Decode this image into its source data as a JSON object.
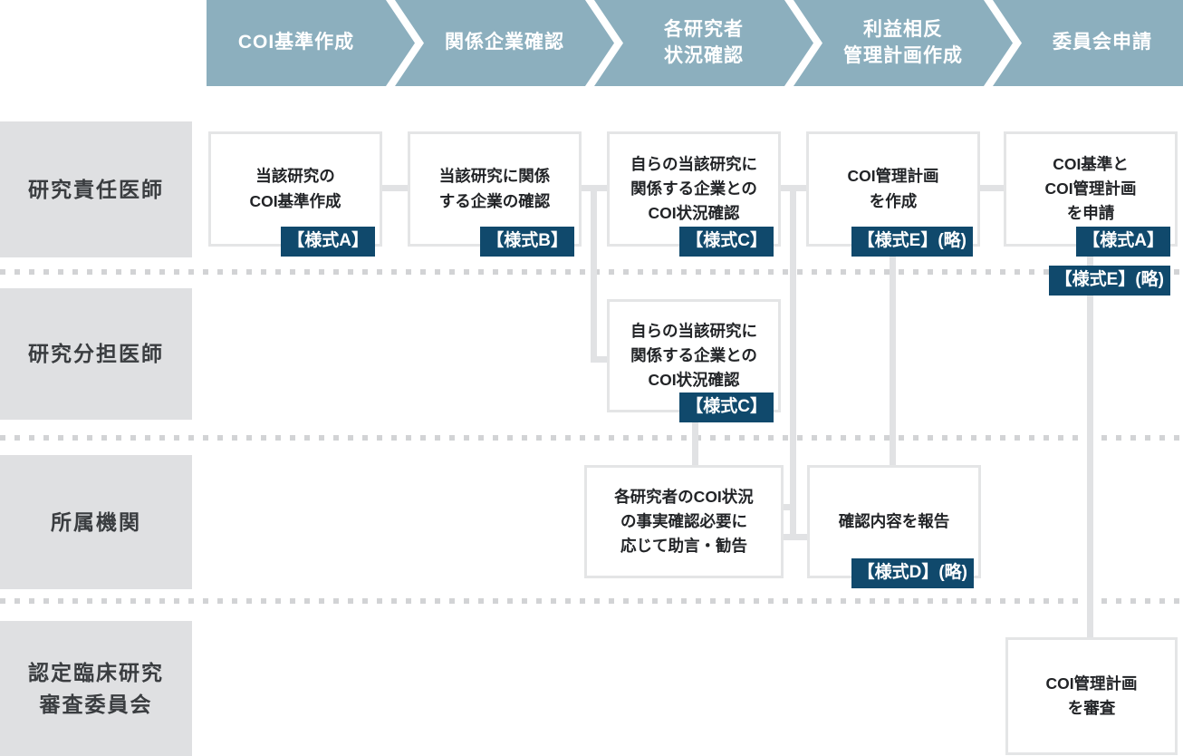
{
  "process_steps": [
    {
      "label": [
        "COI基準作成"
      ]
    },
    {
      "label": [
        "関係企業確認"
      ]
    },
    {
      "label": [
        "各研究者",
        "状況確認"
      ]
    },
    {
      "label": [
        "利益相反",
        "管理計画作成"
      ]
    },
    {
      "label": [
        "委員会申請"
      ]
    }
  ],
  "rows": [
    {
      "label": [
        "研究責任医師"
      ]
    },
    {
      "label": [
        "研究分担医師"
      ]
    },
    {
      "label": [
        "所属機関"
      ]
    },
    {
      "label": [
        "認定臨床研究",
        "審査委員会"
      ]
    }
  ],
  "boxes": {
    "b1": {
      "lines": [
        "当該研究の",
        "COI基準作成"
      ],
      "badge": "【様式A】"
    },
    "b2": {
      "lines": [
        "当該研究に関係",
        "する企業の確認"
      ],
      "badge": "【様式B】"
    },
    "b3": {
      "lines": [
        "自らの当該研究に",
        "関係する企業との",
        "COI状況確認"
      ],
      "badge": "【様式C】"
    },
    "b4": {
      "lines": [
        "COI管理計画",
        "を作成"
      ],
      "badge": "【様式E】(略)"
    },
    "b5": {
      "lines": [
        "COI基準と",
        "COI管理計画",
        "を申請"
      ],
      "badge": "【様式A】",
      "badge2": "【様式E】(略)"
    },
    "b6": {
      "lines": [
        "自らの当該研究に",
        "関係する企業との",
        "COI状況確認"
      ],
      "badge": "【様式C】"
    },
    "b7": {
      "lines": [
        "各研究者のCOI状況",
        "の事実確認必要に",
        "応じて助言・勧告"
      ]
    },
    "b8": {
      "lines": [
        "確認内容を報告"
      ],
      "badge": "【様式D】(略)"
    },
    "b9": {
      "lines": [
        "COI管理計画",
        "を審査"
      ]
    }
  },
  "colors": {
    "chevron_bg": "#8cafbe",
    "chevron_text": "#ffffff",
    "badge_bg": "#10496c",
    "row_label_bg": "#dfe0e2",
    "box_border": "#e4e5e6",
    "connector": "#e1e2e4",
    "dotted": "#d2d3d5",
    "box_text": "#222427",
    "label_text": "#3a3d40"
  }
}
